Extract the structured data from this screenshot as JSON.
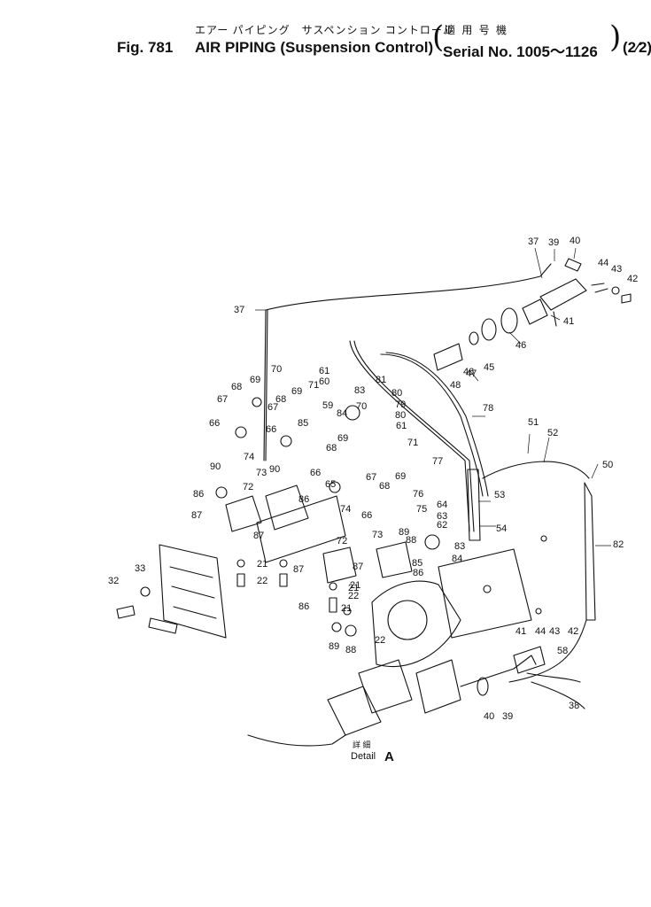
{
  "header": {
    "jp_title": "エアー パイピング　サスペンション コントロール",
    "jp_serial": "適 用 号 機",
    "fig_label": "Fig. 781",
    "title": "AIR  PIPING (Suspension Control)",
    "serial": "Serial No. 1005～1126",
    "sheet": "(2⁄2)"
  },
  "detail": {
    "jp": "詳 細",
    "label": "Detail",
    "letter": "A"
  },
  "callouts": [
    "37",
    "39",
    "40",
    "44",
    "43",
    "42",
    "37",
    "41",
    "46",
    "45",
    "46",
    "47",
    "48",
    "70",
    "61",
    "60",
    "71",
    "81",
    "80",
    "79",
    "80",
    "61",
    "69",
    "68",
    "67",
    "69",
    "68",
    "59",
    "83",
    "84",
    "85",
    "78",
    "66",
    "66",
    "67",
    "69",
    "70",
    "68",
    "66",
    "65",
    "74",
    "73",
    "72",
    "90",
    "90",
    "86",
    "86",
    "87",
    "87",
    "71",
    "77",
    "69",
    "68",
    "67",
    "76",
    "64",
    "75",
    "63",
    "62",
    "53",
    "54",
    "89",
    "83",
    "84",
    "85",
    "88",
    "51",
    "52",
    "50",
    "82",
    "21",
    "21",
    "22",
    "22",
    "32",
    "33",
    "87",
    "72",
    "87",
    "86",
    "86",
    "21",
    "21",
    "22",
    "89",
    "88",
    "41",
    "44",
    "43",
    "42",
    "58",
    "38",
    "40",
    "39",
    "74",
    "66",
    "73"
  ]
}
